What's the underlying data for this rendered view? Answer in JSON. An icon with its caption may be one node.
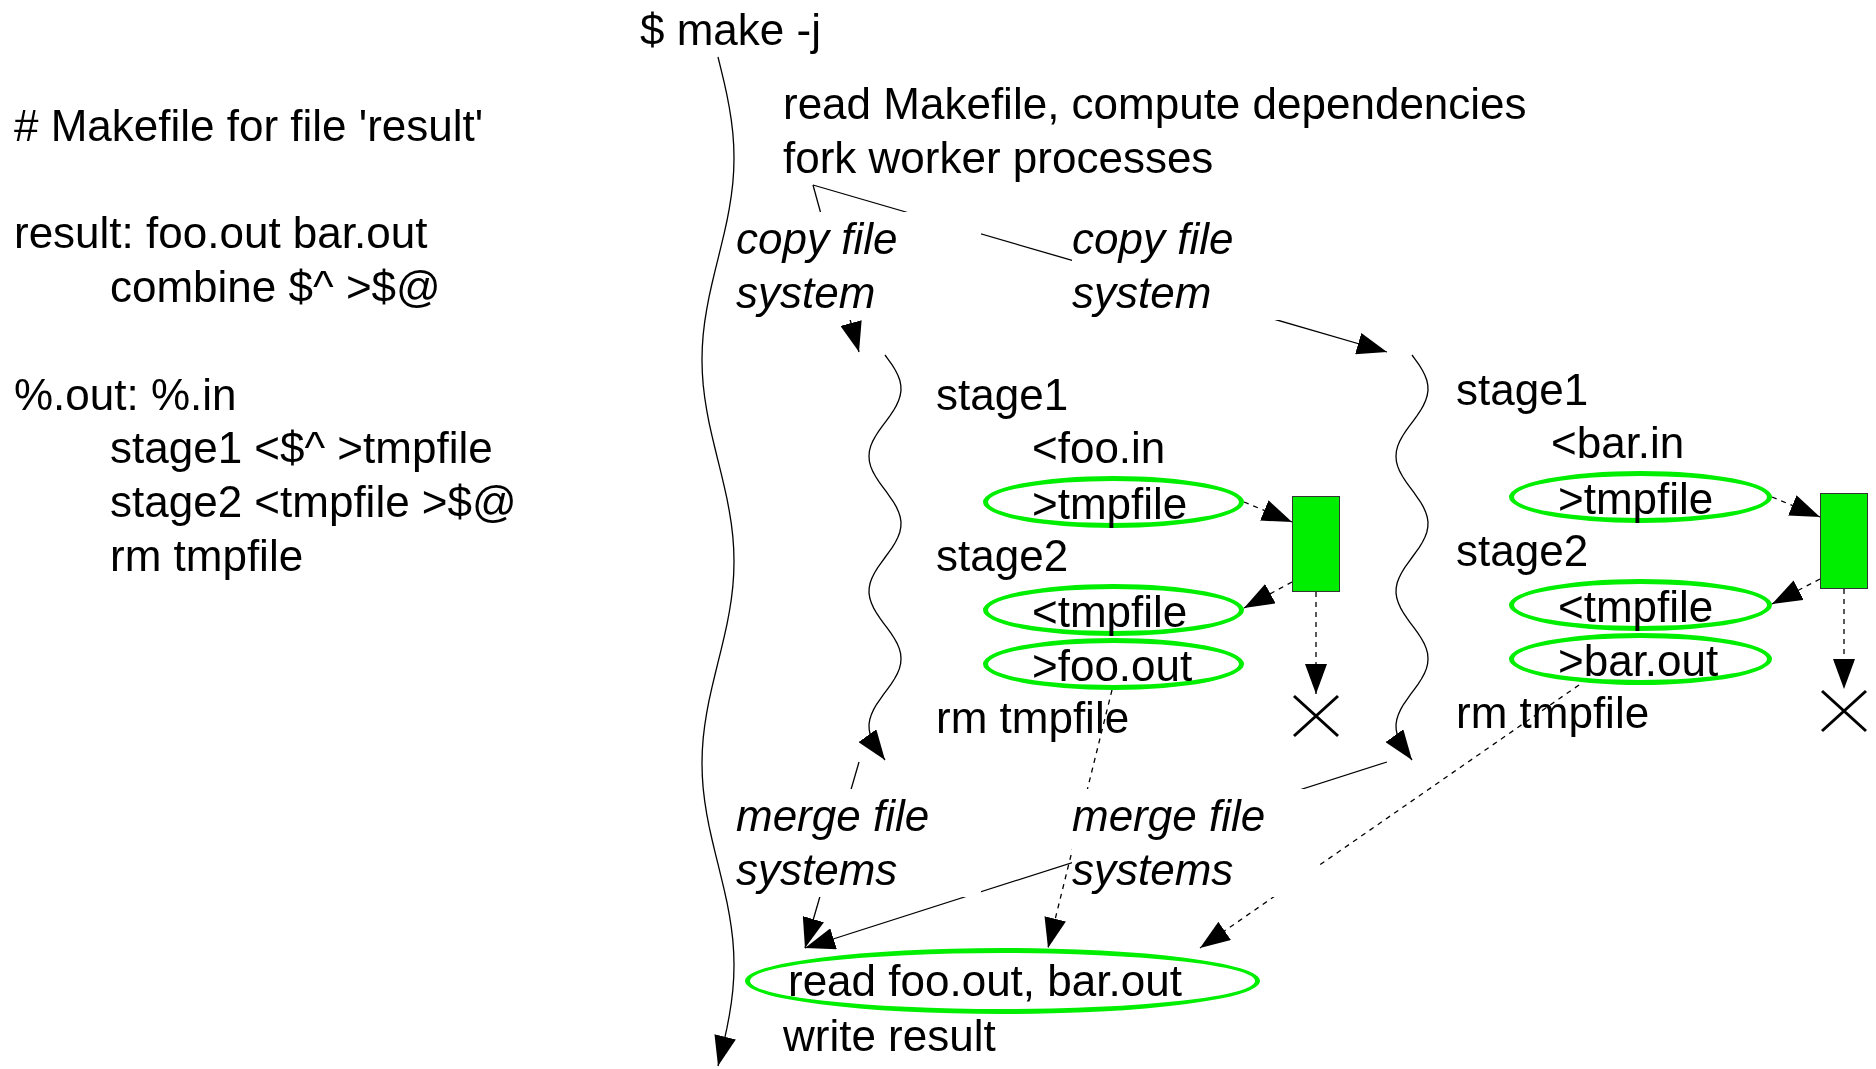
{
  "diagram": {
    "nodes": [
      {
        "text": [
          "$ make -j"
        ]
      },
      {
        "text": [
          "read Makefile, compute dependencies",
          "fork worker processes"
        ]
      },
      {
        "text": [
          "stage1"
        ]
      },
      {
        "text": [
          "<foo.in"
        ]
      },
      {
        "text": [
          ">tmpfile"
        ]
      },
      {
        "text": [],
        "shape": "bar"
      },
      {
        "text": [
          "stage2"
        ]
      },
      {
        "text": [
          "<tmpfile"
        ]
      },
      {
        "text": [
          ">foo.out"
        ]
      },
      {
        "text": [
          "rm tmpfile"
        ]
      },
      {
        "text": [],
        "shape": "cross"
      },
      {
        "text": [
          "stage1"
        ]
      },
      {
        "text": [
          "<bar.in"
        ]
      },
      {
        "text": [
          ">tmpfile"
        ]
      },
      {
        "text": [],
        "shape": "bar"
      },
      {
        "text": [
          "stage2"
        ]
      },
      {
        "text": [
          "<tmpfile"
        ]
      },
      {
        "text": [
          ">bar.out"
        ]
      },
      {
        "text": [
          "rm tmpfile"
        ]
      },
      {
        "text": [],
        "shape": "cross"
      },
      {
        "text": [
          "read foo.out, bar.out"
        ]
      },
      {
        "text": [
          "write result"
        ]
      }
    ],
    "edges": [
      {
        "from": 0,
        "to": null,
        "arrow": "to"
      },
      {
        "from": 1,
        "to": null,
        "arrow": "to",
        "label": "copy file system"
      },
      {
        "from": 1,
        "to": null,
        "arrow": "to",
        "label": "copy file system"
      },
      {
        "from": null,
        "to": 20,
        "arrow": "to",
        "label": "merge file systems"
      },
      {
        "from": null,
        "to": 20,
        "arrow": "to",
        "label": "merge file systems"
      },
      {
        "from": 4,
        "to": 5,
        "arrow": "to",
        "style": "dashed"
      },
      {
        "from": 5,
        "to": 7,
        "arrow": "to",
        "style": "dashed"
      },
      {
        "from": 5,
        "to": 10,
        "arrow": "to",
        "style": "dashed"
      },
      {
        "from": 8,
        "to": 20,
        "arrow": "to",
        "style": "dashed"
      },
      {
        "from": 13,
        "to": 14,
        "arrow": "to",
        "style": "dashed"
      },
      {
        "from": 14,
        "to": 16,
        "arrow": "to",
        "style": "dashed"
      },
      {
        "from": 14,
        "to": 19,
        "arrow": "to",
        "style": "dashed"
      },
      {
        "from": 17,
        "to": 20,
        "arrow": "to",
        "style": "dashed"
      }
    ],
    "labels": [
      "# Makefile for file 'result'",
      "result: foo.out bar.out",
      "combine $^ >$@",
      "%.out: %.in",
      "stage1 <$^ >tmpfile",
      "stage2 <tmpfile >$@",
      "rm tmpfile"
    ]
  }
}
